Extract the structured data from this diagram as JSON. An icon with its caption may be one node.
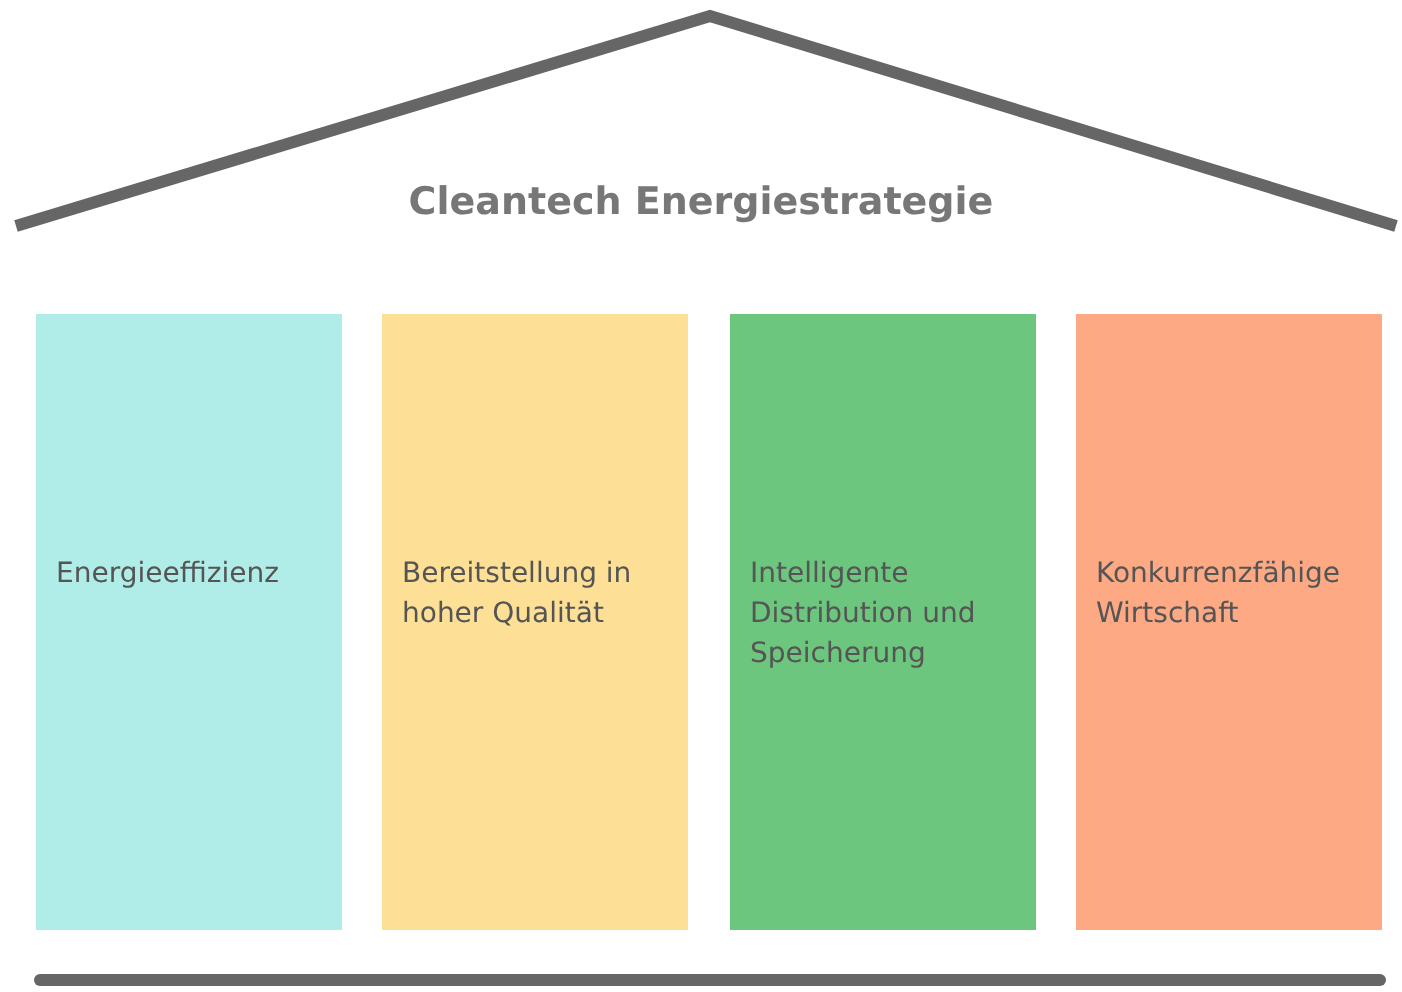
{
  "diagram": {
    "title": "Cleantech Energiestrategie",
    "nodes": [
      {
        "text": [
          "Energieeffizienz"
        ]
      },
      {
        "text": [
          "Bereitstellung in hoher Qualität"
        ]
      },
      {
        "text": [
          "Intelligente Distribution und Speicherung"
        ]
      },
      {
        "text": [
          "Konkurrenzfähige Wirtschaft"
        ]
      }
    ]
  }
}
